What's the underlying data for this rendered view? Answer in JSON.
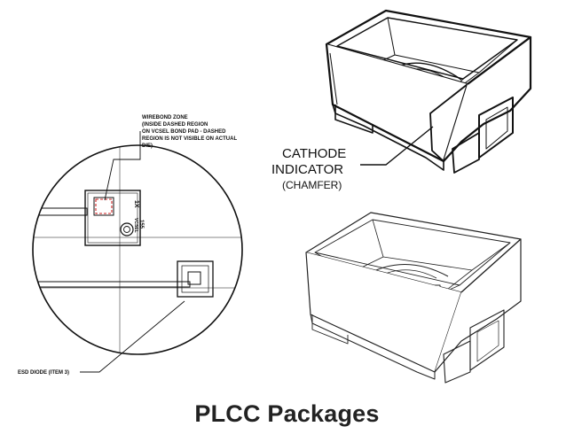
{
  "title": "PLCC Packages",
  "callouts": {
    "wirebond_zone": [
      "WIREBOND ZONE",
      "(INSIDE DASHED REGION",
      "ON VCSEL BOND PAD - DASHED",
      "REGION IS NOT VISIBLE ON ACTUAL",
      "DIE)"
    ],
    "esd_diode": "ESD DIODE (ITEM 3)",
    "cathode": {
      "line1": "CATHODE",
      "line2": "INDICATOR",
      "line3": "(CHAMFER)"
    },
    "die_markings": {
      "a": "1X",
      "b": "155",
      "c": "VCSEL"
    }
  },
  "colors": {
    "line": "#111111",
    "wirebond_highlight": "#cc2222",
    "background": "#ffffff"
  }
}
